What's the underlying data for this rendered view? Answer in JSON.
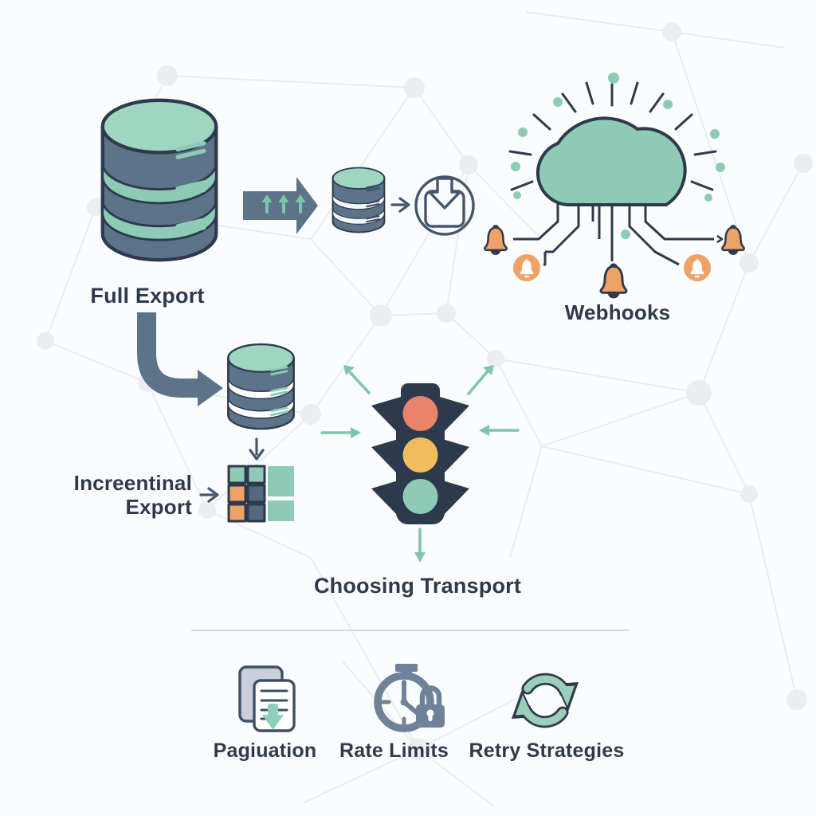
{
  "palette": {
    "background": "#fbfcfd",
    "mesh": "#e9edf1",
    "ink": "#2e3a4c",
    "slate": "#5d7389",
    "steel": "#6e8299",
    "paper_gray": "#c9cfdb",
    "teal": "#8ecbb6",
    "teal_light": "#9fd6c2",
    "teal_arrow": "#7fc5ae",
    "orange": "#efa266",
    "salmon": "#e8846a",
    "amber": "#f0bd5c",
    "divider": "#d8dce1"
  },
  "flow": {
    "full_export": {
      "label": "Full Export",
      "icon": "database-icon"
    },
    "export_arrow": {
      "icon": "upload-arrow-right-icon"
    },
    "snapshot_db": {
      "icon": "database-icon"
    },
    "download": {
      "icon": "download-circle-icon"
    },
    "webhooks": {
      "label": "Webhooks",
      "icon": "cloud-icon",
      "bell_count": 5
    },
    "curved_arrow": {
      "icon": "curved-arrow-icon"
    },
    "incremental_db": {
      "icon": "database-icon"
    },
    "incremental_export": {
      "label_line1": "Increentinal",
      "label_line2": "Export"
    },
    "data_grid": {
      "icon": "data-blocks-icon"
    },
    "choosing_transport": {
      "label": "Choosing Transport",
      "icon": "traffic-light-icon"
    }
  },
  "footer": {
    "pagination": {
      "label": "Pagiuation",
      "icon": "pages-download-icon"
    },
    "rate_limits": {
      "label": "Rate Limits",
      "icon": "stopwatch-lock-icon"
    },
    "retry_strategies": {
      "label": "Retry Strategies",
      "icon": "cycle-arrows-icon"
    }
  }
}
